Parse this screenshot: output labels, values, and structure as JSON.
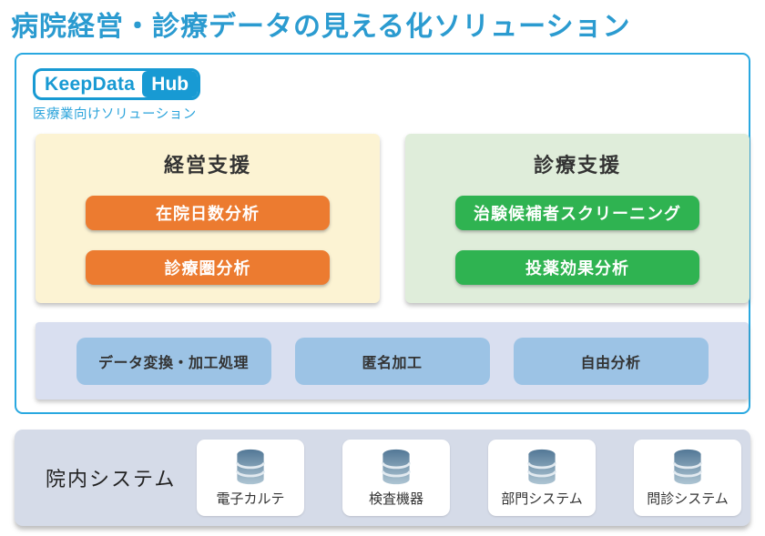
{
  "page": {
    "title": "病院経営・診療データの見える化ソリューション"
  },
  "hub_panel": {
    "logo": {
      "primary": "KeepData",
      "badge": "Hub"
    },
    "tagline": "医療業向けソリューション",
    "management_support": {
      "title": "経営支援",
      "buttons": [
        {
          "label": "在院日数分析"
        },
        {
          "label": "診療圏分析"
        }
      ]
    },
    "clinical_support": {
      "title": "診療支援",
      "buttons": [
        {
          "label": "治験候補者スクリーニング"
        },
        {
          "label": "投薬効果分析"
        }
      ]
    },
    "processing_bar": {
      "buttons": [
        {
          "label": "データ変換・加工処理"
        },
        {
          "label": "匿名加工"
        },
        {
          "label": "自由分析"
        }
      ]
    }
  },
  "hospital_systems": {
    "title": "院内システム",
    "systems": [
      {
        "label": "電子カルテ",
        "icon": "database-icon"
      },
      {
        "label": "検査機器",
        "icon": "database-icon"
      },
      {
        "label": "部門システム",
        "icon": "database-icon"
      },
      {
        "label": "問診システム",
        "icon": "database-icon"
      }
    ]
  },
  "colors": {
    "title_blue": "#2B9BD0",
    "frame_border_blue": "#29A8E0",
    "logo_blue": "#189AD3",
    "management_bg": "#FCF3D3",
    "management_button_orange": "#EC7B30",
    "clinical_bg": "#DFEDDA",
    "clinical_button_green": "#2FB351",
    "processing_bg": "#D9DFF0",
    "processing_button_blue": "#9CC3E5",
    "systems_bg": "#D5DBE8",
    "database_icon_top": "#4E7493",
    "database_icon_bottom": "#B3C9D6"
  }
}
